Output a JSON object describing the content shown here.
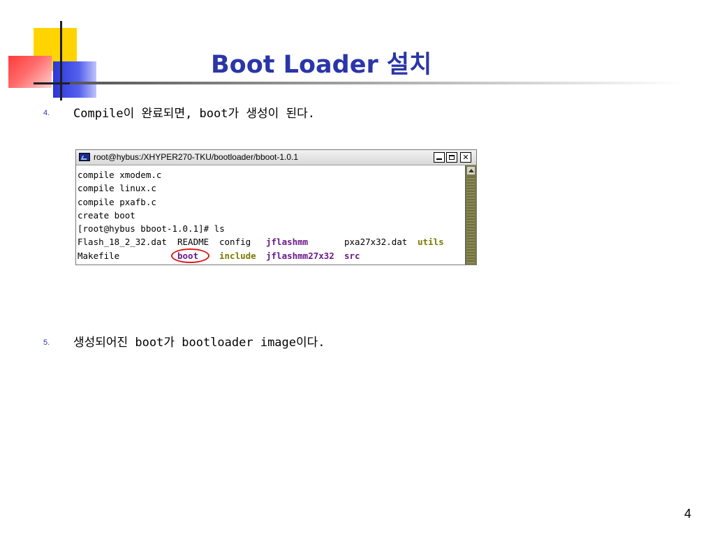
{
  "slide": {
    "title": "Boot Loader 설치",
    "page_number": "4"
  },
  "bullets": [
    {
      "number": "4.",
      "text": "Compile이 완료되면, boot가 생성이 된다."
    },
    {
      "number": "5.",
      "text": "생성되어진 boot가 bootloader image이다."
    }
  ],
  "terminal": {
    "window_title": "root@hybus:/XHYPER270-TKU/bootloader/bboot-1.0.1",
    "lines": [
      "compile xmodem.c",
      "compile linux.c",
      "compile pxafb.c",
      "create boot",
      "[root@hybus bboot-1.0.1]# ls"
    ],
    "ls_row1": [
      "Flash_18_2_32.dat",
      "README",
      "config",
      "jflashmm",
      "pxa27x32.dat",
      "utils"
    ],
    "ls_row2": [
      "Makefile",
      "boot",
      "include",
      "jflashmm27x32",
      "src"
    ],
    "colors": {
      "directory": "#6a1a8a",
      "executable": "#7a7a00",
      "highlight_ring": "#e01818"
    }
  },
  "colors": {
    "title": "#2a36a8",
    "accent_yellow": "#ffd400",
    "accent_red": "#ff3a3a",
    "accent_blue": "#2a36d8"
  },
  "icons": [
    "terminal-app-icon",
    "minimize-icon",
    "maximize-icon",
    "close-icon",
    "scroll-up-icon"
  ]
}
